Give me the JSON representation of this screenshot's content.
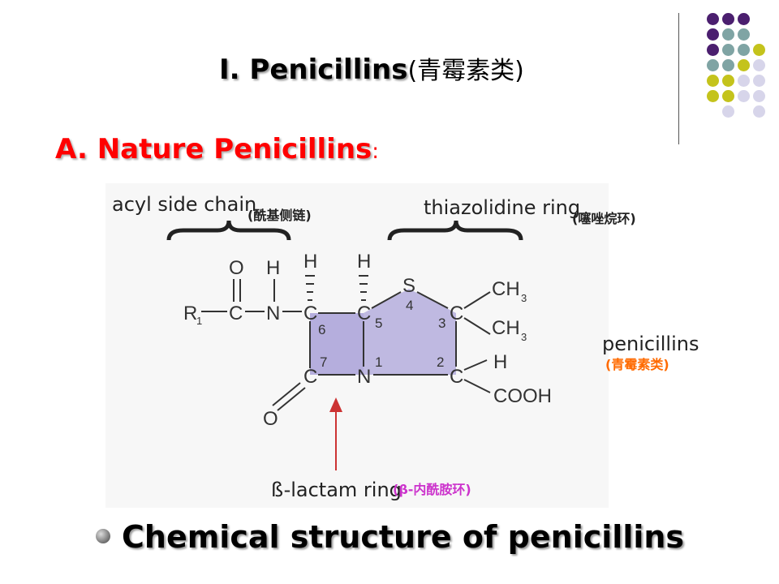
{
  "slide": {
    "title_en": "Ⅰ. Penicillins",
    "title_zh": "(青霉素类)",
    "subtitle": "A. Nature Penicillins",
    "subtitle_colon": ":",
    "bullet_text": "Chemical structure of penicillins"
  },
  "diagram": {
    "acyl_side_chain_label": "acyl side chain",
    "acyl_side_chain_zh": "(酰基侧链)",
    "thiazolidine_label": "thiazolidine ring",
    "thiazolidine_zh": "(噻唑烷环)",
    "penicillins_label": "penicillins",
    "penicillins_zh": "(青霉素类)",
    "beta_lactam_label": "ß-lactam ring",
    "beta_lactam_zh": "(β-内酰胺环)",
    "atoms": {
      "O_top": "O",
      "H_top": "H",
      "R": "R",
      "R_sub": "1",
      "C_carbonyl": "C",
      "N_amide": "N",
      "C6": "C",
      "H6": "H",
      "C5": "C",
      "H5": "H",
      "S": "S",
      "C3": "C",
      "CH3a": "CH",
      "CH3a_sub": "3",
      "CH3b": "CH",
      "CH3b_sub": "3",
      "C2": "C",
      "H2": "H",
      "COOH": "COOH",
      "C7": "C",
      "N1": "N",
      "O_bottom": "O"
    },
    "ring_numbers": [
      "1",
      "2",
      "3",
      "4",
      "5",
      "6",
      "7"
    ],
    "colors": {
      "ring_fill": "#b5aedd",
      "arrow": "#cc3333",
      "orange_label": "#ff6a00",
      "magenta_label": "#cc33cc",
      "subtitle": "#ff0000"
    }
  },
  "decor": {
    "dot_colors": [
      "#4b1f6f",
      "#7fa4a4",
      "#c4c31c",
      "#d7d5ea"
    ]
  }
}
